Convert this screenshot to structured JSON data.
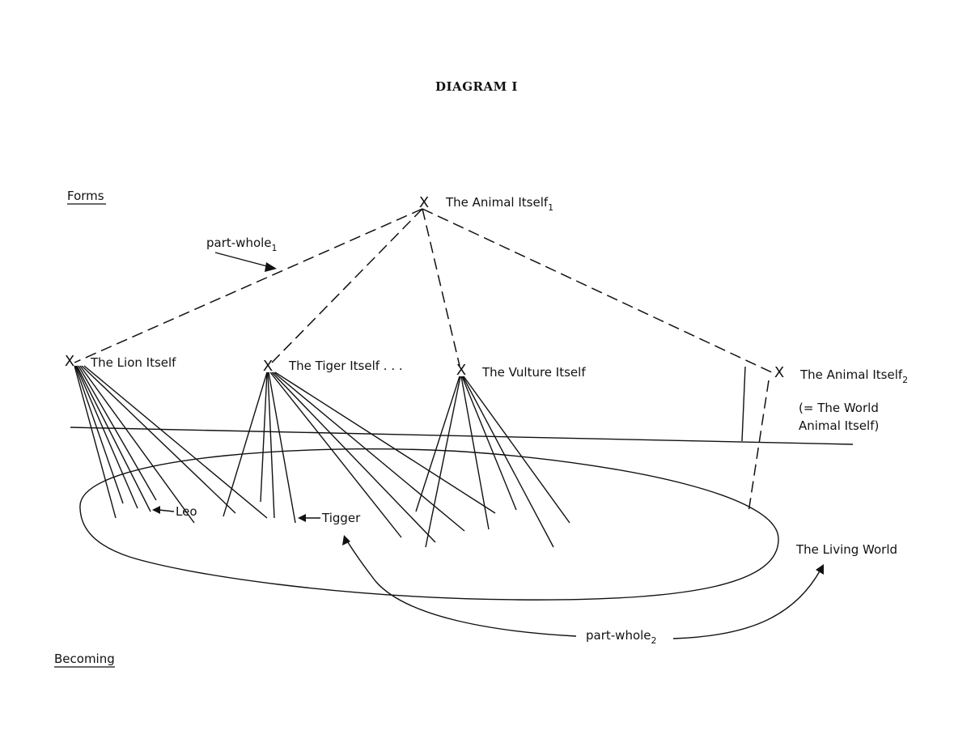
{
  "title": "DIAGRAM I",
  "regions": {
    "top": "Forms",
    "bottom": "Becoming"
  },
  "forms": {
    "animal_itself_1": {
      "name": "The Animal Itself",
      "sub": "1"
    },
    "lion": "The Lion Itself",
    "tiger": "The Tiger Itself . . .",
    "vulture": "The Vulture Itself",
    "animal_itself_2": {
      "name": "The Animal Itself",
      "sub": "2",
      "note_line1": "(= The World",
      "note_line2": "Animal Itself)"
    }
  },
  "node_marker": "X",
  "particulars": {
    "leo": "Leo",
    "tigger": "Tigger"
  },
  "living_world": "The Living World",
  "relations": {
    "part_whole_1": {
      "name": "part-whole",
      "sub": "1"
    },
    "part_whole_2": {
      "name": "part-whole",
      "sub": "2"
    }
  }
}
